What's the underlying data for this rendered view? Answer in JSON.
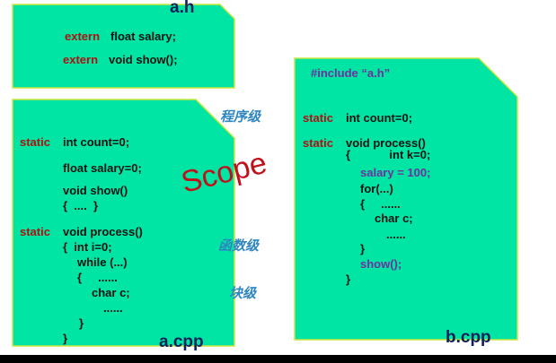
{
  "colors": {
    "card_fill": "#00e5a3",
    "card_stroke": "#c8e63c",
    "keyword": "#b01010",
    "code": "#111111",
    "highlight": "#7030a0",
    "file_label": "#0f1f5c",
    "level_label": "#2e86c1",
    "scope_label": "#c0101a"
  },
  "ah": {
    "filename": "a.h",
    "line1": {
      "kw": "extern",
      "rest": "float salary;"
    },
    "line2": {
      "kw": "extern",
      "rest": "void show();"
    }
  },
  "acpp": {
    "filename": "a.cpp",
    "l1_kw": "static",
    "l1_rest": "int count=0;",
    "l2": "float salary=0;",
    "l3": "void show()",
    "l4": "{  ....  }",
    "l5_kw": "static",
    "l5_rest": "void process()",
    "l6": "{  int i=0;",
    "l7": "while (...)",
    "l8": "{     ......",
    "l9": "char c;",
    "l10": "......",
    "l11": "}",
    "l12": "}"
  },
  "labels": {
    "program_level": "程序级",
    "function_level": "函数级",
    "block_level": "块级",
    "scope": "Scope"
  },
  "bcpp": {
    "filename": "b.cpp",
    "include": "#include “a.h”",
    "l1_kw": "static",
    "l1_rest": "int count=0;",
    "l2_kw": "static",
    "l2_rest": "void process()",
    "l3": "{            int k=0;",
    "l4": "salary = 100;",
    "l5": "for(...)",
    "l6": "{     ......",
    "l7": "char c;",
    "l8": "......",
    "l9": "}",
    "l10": "show();",
    "l11": "}"
  }
}
